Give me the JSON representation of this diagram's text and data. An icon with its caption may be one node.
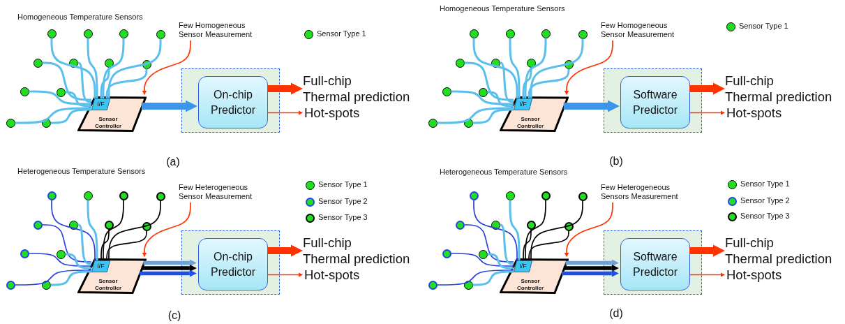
{
  "diagram": {
    "nodes": [
      {
        "text": [
          "Few Homogeneous Sensor Measurement"
        ]
      },
      {
        "text": [],
        "shape": "circle"
      },
      {
        "text": [],
        "shape": "circle"
      },
      {
        "text": [],
        "shape": "circle"
      },
      {
        "text": [],
        "shape": "circle"
      },
      {
        "text": [],
        "shape": "circle"
      },
      {
        "text": [],
        "shape": "circle"
      },
      {
        "text": [],
        "shape": "circle"
      },
      {
        "text": [],
        "shape": "circle"
      },
      {
        "text": [],
        "shape": "circle"
      },
      {
        "text": [],
        "shape": "circle"
      },
      {
        "text": [],
        "shape": "circle"
      },
      {
        "text": [],
        "shape": "circle"
      },
      {
        "text": [
          "Sensor Controller"
        ]
      },
      {
        "text": [
          "I/F"
        ],
        "in": 13
      },
      {
        "text": [],
        "shape": "box"
      },
      {
        "text": [
          "On-chip Predictor"
        ],
        "in": 15
      },
      {
        "text": [
          "Full-chip Thermal prediction"
        ]
      },
      {
        "text": [
          "Hot-spots"
        ]
      },
      {
        "text": [
          "Few Homogeneous Sensor Measurement"
        ]
      },
      {
        "text": [],
        "shape": "circle"
      },
      {
        "text": [],
        "shape": "circle"
      },
      {
        "text": [],
        "shape": "circle"
      },
      {
        "text": [],
        "shape": "circle"
      },
      {
        "text": [],
        "shape": "circle"
      },
      {
        "text": [],
        "shape": "circle"
      },
      {
        "text": [],
        "shape": "circle"
      },
      {
        "text": [],
        "shape": "circle"
      },
      {
        "text": [],
        "shape": "circle"
      },
      {
        "text": [],
        "shape": "circle"
      },
      {
        "text": [],
        "shape": "circle"
      },
      {
        "text": [],
        "shape": "circle"
      },
      {
        "text": [
          "Sensor Controller"
        ]
      },
      {
        "text": [
          "I/F"
        ],
        "in": 32
      },
      {
        "text": [],
        "shape": "box"
      },
      {
        "text": [
          "Software Predictor"
        ],
        "in": 34
      },
      {
        "text": [
          "Full-chip Thermal prediction"
        ]
      },
      {
        "text": [
          "Hot-spots"
        ]
      },
      {
        "text": [
          "Few Heterogeneous Sensor Measurement"
        ]
      },
      {
        "text": [],
        "shape": "circle"
      },
      {
        "text": [],
        "shape": "circle"
      },
      {
        "text": [],
        "shape": "circle"
      },
      {
        "text": [],
        "shape": "circle"
      },
      {
        "text": [],
        "shape": "circle"
      },
      {
        "text": [],
        "shape": "circle"
      },
      {
        "text": [],
        "shape": "circle"
      },
      {
        "text": [],
        "shape": "circle"
      },
      {
        "text": [],
        "shape": "circle"
      },
      {
        "text": [],
        "shape": "circle"
      },
      {
        "text": [],
        "shape": "circle"
      },
      {
        "text": [],
        "shape": "circle"
      },
      {
        "text": [
          "Sensor Controller"
        ]
      },
      {
        "text": [
          "I/F"
        ],
        "in": 51
      },
      {
        "text": [],
        "shape": "box"
      },
      {
        "text": [
          "On-chip Predictor"
        ],
        "in": 53
      },
      {
        "text": [
          "Full-chip Thermal prediction"
        ]
      },
      {
        "text": [
          "Hot-spots"
        ]
      },
      {
        "text": [
          "Few Heterogeneous Sensors Measurement"
        ]
      },
      {
        "text": [],
        "shape": "circle"
      },
      {
        "text": [],
        "shape": "circle"
      },
      {
        "text": [],
        "shape": "circle"
      },
      {
        "text": [],
        "shape": "circle"
      },
      {
        "text": [],
        "shape": "circle"
      },
      {
        "text": [],
        "shape": "circle"
      },
      {
        "text": [],
        "shape": "circle"
      },
      {
        "text": [],
        "shape": "circle"
      },
      {
        "text": [],
        "shape": "circle"
      },
      {
        "text": [],
        "shape": "circle"
      },
      {
        "text": [],
        "shape": "circle"
      },
      {
        "text": [],
        "shape": "circle"
      },
      {
        "text": [
          "Sensor Controller"
        ]
      },
      {
        "text": [
          "I/F"
        ],
        "in": 70
      },
      {
        "text": [],
        "shape": "box"
      },
      {
        "text": [
          "Software Predictor"
        ],
        "in": 72
      },
      {
        "text": [
          "Full-chip Thermal prediction"
        ]
      },
      {
        "text": [
          "Hot-spots"
        ]
      }
    ],
    "edges": [
      {
        "from": 0,
        "to": 13,
        "arrow": "to",
        "color": "#ff3300"
      },
      {
        "from": 1,
        "to": 14,
        "arrow": "none"
      },
      {
        "from": 2,
        "to": 14,
        "arrow": "none"
      },
      {
        "from": 3,
        "to": 14,
        "arrow": "none"
      },
      {
        "from": 4,
        "to": 14,
        "arrow": "none"
      },
      {
        "from": 5,
        "to": 14,
        "arrow": "none"
      },
      {
        "from": 6,
        "to": 14,
        "arrow": "none"
      },
      {
        "from": 7,
        "to": 14,
        "arrow": "none"
      },
      {
        "from": 8,
        "to": 14,
        "arrow": "none"
      },
      {
        "from": 9,
        "to": 14,
        "arrow": "none"
      },
      {
        "from": 10,
        "to": 14,
        "arrow": "none"
      },
      {
        "from": 11,
        "to": 14,
        "arrow": "none"
      },
      {
        "from": 12,
        "to": 14,
        "arrow": "none"
      },
      {
        "from": 13,
        "to": 16,
        "arrow": "to",
        "style": "thick",
        "color": "#3d95ea"
      },
      {
        "from": 16,
        "to": 17,
        "arrow": "to",
        "style": "thick",
        "color": "#ff3300"
      },
      {
        "from": 16,
        "to": 18,
        "arrow": "to",
        "color": "#ff3300"
      },
      {
        "from": 19,
        "to": 32,
        "arrow": "to",
        "color": "#ff3300"
      },
      {
        "from": 20,
        "to": 33,
        "arrow": "none"
      },
      {
        "from": 21,
        "to": 33,
        "arrow": "none"
      },
      {
        "from": 22,
        "to": 33,
        "arrow": "none"
      },
      {
        "from": 23,
        "to": 33,
        "arrow": "none"
      },
      {
        "from": 24,
        "to": 33,
        "arrow": "none"
      },
      {
        "from": 25,
        "to": 33,
        "arrow": "none"
      },
      {
        "from": 26,
        "to": 33,
        "arrow": "none"
      },
      {
        "from": 27,
        "to": 33,
        "arrow": "none"
      },
      {
        "from": 28,
        "to": 33,
        "arrow": "none"
      },
      {
        "from": 29,
        "to": 33,
        "arrow": "none"
      },
      {
        "from": 30,
        "to": 33,
        "arrow": "none"
      },
      {
        "from": 31,
        "to": 33,
        "arrow": "none"
      },
      {
        "from": 32,
        "to": 35,
        "arrow": "to",
        "style": "thick",
        "color": "#3d95ea"
      },
      {
        "from": 35,
        "to": 36,
        "arrow": "to",
        "style": "thick",
        "color": "#ff3300"
      },
      {
        "from": 35,
        "to": 37,
        "arrow": "to",
        "color": "#ff3300"
      },
      {
        "from": 38,
        "to": 51,
        "arrow": "to",
        "color": "#ff3300"
      },
      {
        "from": 39,
        "to": 52,
        "arrow": "none",
        "color": "#2641e0"
      },
      {
        "from": 40,
        "to": 52,
        "arrow": "none"
      },
      {
        "from": 41,
        "to": 52,
        "arrow": "none",
        "color": "#000000"
      },
      {
        "from": 42,
        "to": 52,
        "arrow": "none",
        "color": "#000000"
      },
      {
        "from": 43,
        "to": 52,
        "arrow": "none",
        "color": "#2641e0"
      },
      {
        "from": 44,
        "to": 52,
        "arrow": "none"
      },
      {
        "from": 45,
        "to": 52,
        "arrow": "none",
        "color": "#000000"
      },
      {
        "from": 46,
        "to": 52,
        "arrow": "none",
        "color": "#000000"
      },
      {
        "from": 47,
        "to": 52,
        "arrow": "none",
        "color": "#2641e0"
      },
      {
        "from": 48,
        "to": 52,
        "arrow": "none"
      },
      {
        "from": 49,
        "to": 52,
        "arrow": "none",
        "color": "#2641e0"
      },
      {
        "from": 50,
        "to": 52,
        "arrow": "none"
      },
      {
        "from": 51,
        "to": 54,
        "arrow": "to",
        "style": "thick",
        "color": "#6fa1d6"
      },
      {
        "from": 51,
        "to": 54,
        "arrow": "to",
        "style": "thick",
        "color": "#000000"
      },
      {
        "from": 51,
        "to": 54,
        "arrow": "to",
        "style": "thick",
        "color": "#1e50e8"
      },
      {
        "from": 54,
        "to": 55,
        "arrow": "to",
        "style": "thick",
        "color": "#ff3300"
      },
      {
        "from": 54,
        "to": 56,
        "arrow": "to",
        "color": "#ff3300"
      },
      {
        "from": 57,
        "to": 70,
        "arrow": "to",
        "color": "#ff3300"
      },
      {
        "from": 58,
        "to": 71,
        "arrow": "none",
        "color": "#2641e0"
      },
      {
        "from": 59,
        "to": 71,
        "arrow": "none"
      },
      {
        "from": 60,
        "to": 71,
        "arrow": "none",
        "color": "#000000"
      },
      {
        "from": 61,
        "to": 71,
        "arrow": "none",
        "color": "#000000"
      },
      {
        "from": 62,
        "to": 71,
        "arrow": "none",
        "color": "#2641e0"
      },
      {
        "from": 63,
        "to": 71,
        "arrow": "none"
      },
      {
        "from": 64,
        "to": 71,
        "arrow": "none",
        "color": "#000000"
      },
      {
        "from": 65,
        "to": 71,
        "arrow": "none",
        "color": "#000000"
      },
      {
        "from": 66,
        "to": 71,
        "arrow": "none",
        "color": "#2641e0"
      },
      {
        "from": 67,
        "to": 71,
        "arrow": "none"
      },
      {
        "from": 68,
        "to": 71,
        "arrow": "none",
        "color": "#2641e0"
      },
      {
        "from": 69,
        "to": 71,
        "arrow": "none"
      },
      {
        "from": 70,
        "to": 73,
        "arrow": "to",
        "style": "thick",
        "color": "#6fa1d6"
      },
      {
        "from": 70,
        "to": 73,
        "arrow": "to",
        "style": "thick",
        "color": "#000000"
      },
      {
        "from": 70,
        "to": 73,
        "arrow": "to",
        "style": "thick",
        "color": "#1e50e8"
      },
      {
        "from": 73,
        "to": 74,
        "arrow": "to",
        "style": "thick",
        "color": "#ff3300"
      },
      {
        "from": 73,
        "to": 75,
        "arrow": "to",
        "color": "#ff3300"
      }
    ],
    "labels": [
      "Homogeneous Temperature Sensors",
      "(a)",
      "Homogeneous Temperature Sensors",
      "(b)",
      "Heterogeneous Temperature Sensors",
      "(c)",
      "Heterogeneous Temperature Sensors",
      "(d)"
    ],
    "legend": [
      {
        "text": "Sensor Type 1"
      },
      {
        "text": "Sensor Type 1"
      },
      {
        "text": "Sensor Type 1"
      },
      {
        "text": "Sensor Type 2"
      },
      {
        "text": "Sensor Type 3"
      },
      {
        "text": "Sensor Type 1"
      },
      {
        "text": "Sensor Type 2"
      },
      {
        "text": "Sensor Type 3"
      }
    ]
  }
}
